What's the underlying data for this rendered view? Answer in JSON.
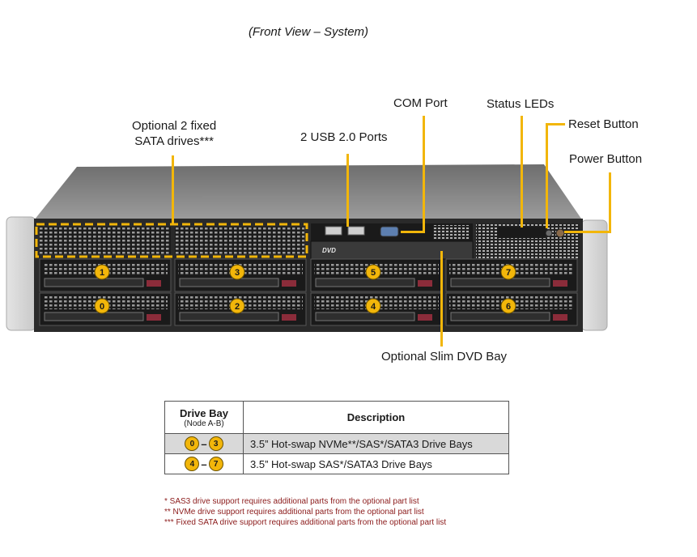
{
  "title": "(Front View – System)",
  "callouts": {
    "fixed_sata": [
      "Optional 2 fixed",
      "SATA drives***"
    ],
    "usb": "2 USB 2.0 Ports",
    "com": "COM Port",
    "status": "Status LEDs",
    "reset": "Reset Button",
    "power": "Power Button",
    "dvd": "Optional Slim DVD Bay"
  },
  "chassis": {
    "dvd_label": "DVD",
    "bay_labels": {
      "top_row": [
        "1",
        "3",
        "5",
        "7"
      ],
      "bottom_row": [
        "0",
        "2",
        "4",
        "6"
      ]
    }
  },
  "table": {
    "header_bay": "Drive Bay",
    "header_bay_sub": "(Node A-B)",
    "header_desc": "Description",
    "rows": [
      {
        "from": "0",
        "to": "3",
        "desc": "3.5” Hot-swap NVMe**/SAS*/SATA3 Drive  Bays"
      },
      {
        "from": "4",
        "to": "7",
        "desc": "3.5” Hot-swap SAS*/SATA3 Drive  Bays"
      }
    ]
  },
  "notes": [
    "* SAS3 drive support requires additional parts from the optional part list",
    "** NVMe drive support requires additional parts from the optional part list",
    "*** Fixed SATA drive support requires additional parts from the optional part list"
  ],
  "colors": {
    "accent": "#f2b60a",
    "note": "#8b1a1a",
    "chassis": "#2a2a2a"
  }
}
